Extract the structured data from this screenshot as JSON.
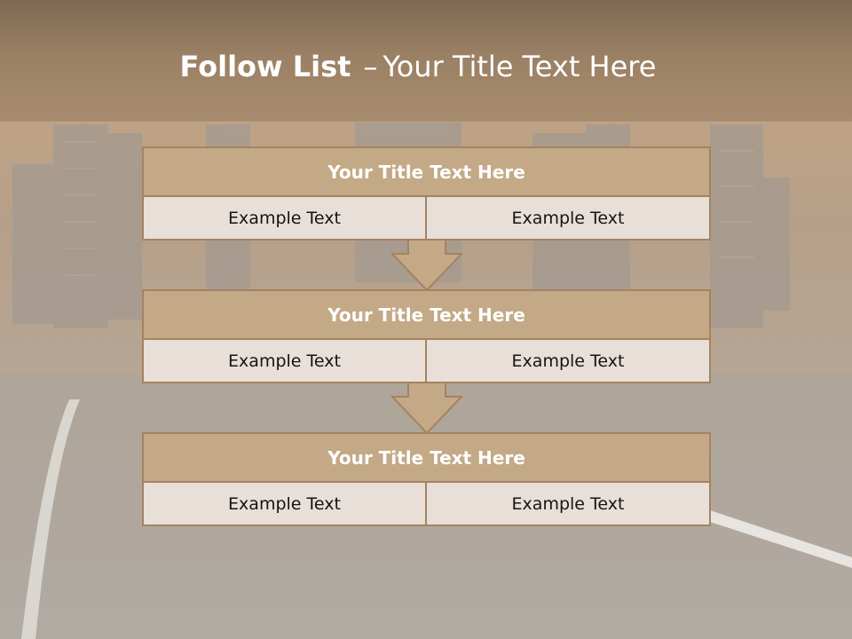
{
  "slide": {
    "title_bold": "Follow List",
    "title_separator": "–",
    "title_rest": "Your Title Text Here"
  },
  "steps": [
    {
      "title": "Your Title Text Here",
      "left": "Example Text",
      "right": "Example Text"
    },
    {
      "title": "Your Title Text Here",
      "left": "Example Text",
      "right": "Example Text"
    },
    {
      "title": "Your Title Text Here",
      "left": "Example Text",
      "right": "Example Text"
    }
  ],
  "colors": {
    "title_band": "#9a8064",
    "header_fill": "#c4a987",
    "border": "#a5835f",
    "cell_fill": "#e7dfd8",
    "arrow_fill": "#c4a987"
  }
}
